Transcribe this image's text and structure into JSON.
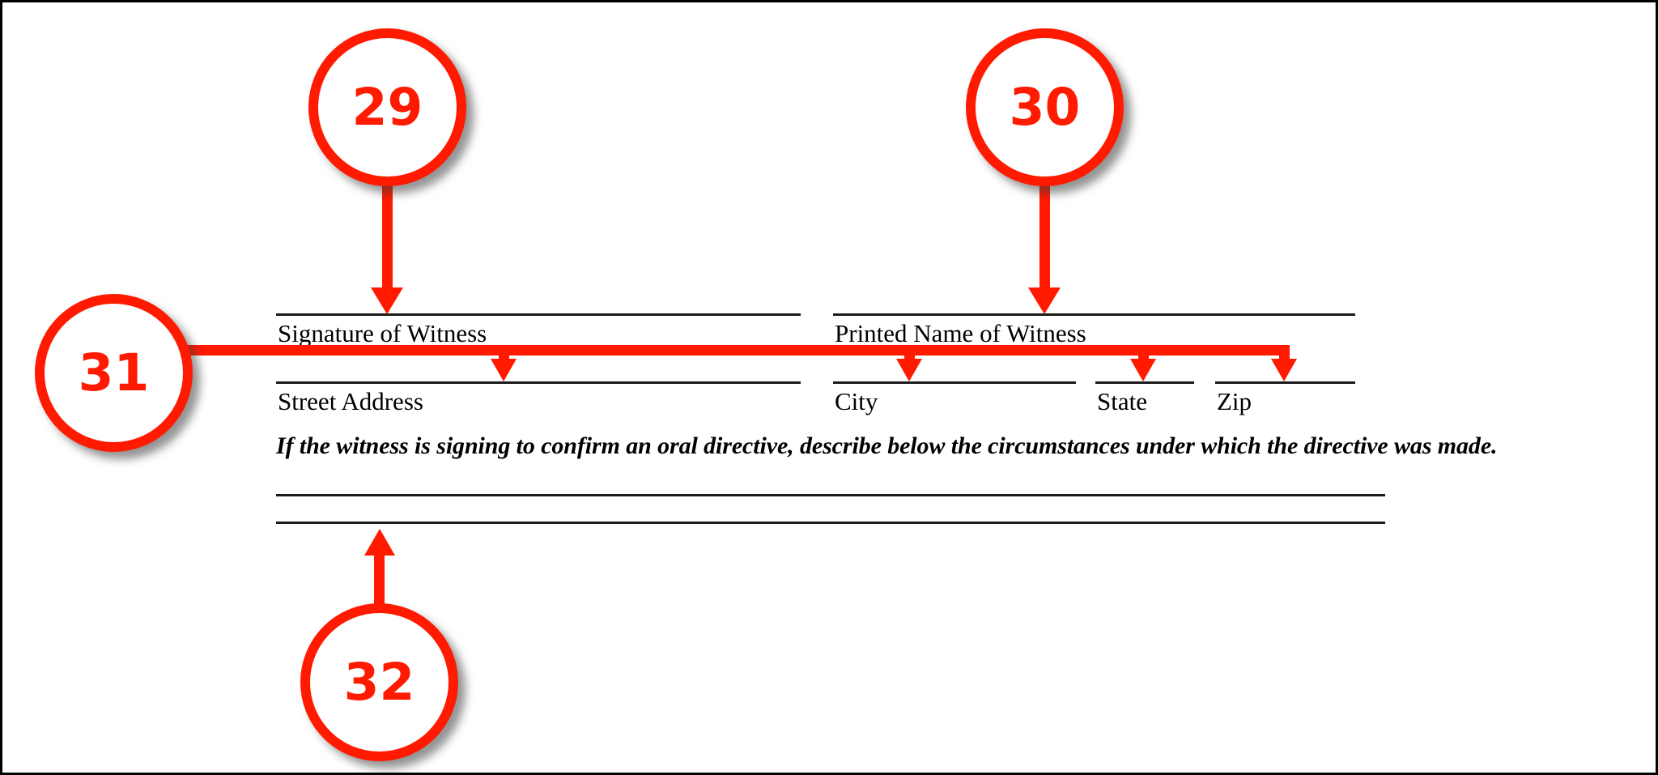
{
  "page": {
    "background": "#ffffff",
    "border_color": "#000000",
    "accent_color": "#FF1A00",
    "rule_color": "#1a1a1a"
  },
  "form": {
    "fields": [
      {
        "id": "signature-of-witness",
        "label": "Signature of Witness"
      },
      {
        "id": "printed-name-of-witness",
        "label": "Printed Name of Witness"
      },
      {
        "id": "street-address",
        "label": "Street Address"
      },
      {
        "id": "city",
        "label": "City"
      },
      {
        "id": "state",
        "label": "State"
      },
      {
        "id": "zip",
        "label": "Zip"
      }
    ],
    "instruction": "If the witness is signing to confirm an oral directive, describe below the circumstances under which the directive was made.",
    "blank_lines_count": 2
  },
  "annotations": {
    "color": "#FF1A00",
    "callouts": [
      {
        "id": "callout-29",
        "number": "29",
        "points_to": "signature-of-witness",
        "arrow": "down"
      },
      {
        "id": "callout-30",
        "number": "30",
        "points_to": "printed-name-of-witness",
        "arrow": "down"
      },
      {
        "id": "callout-31",
        "number": "31",
        "points_to": "street-address, city, state, zip",
        "arrow": "right-then-down-x4"
      },
      {
        "id": "callout-32",
        "number": "32",
        "points_to": "blank-description-lines",
        "arrow": "up"
      }
    ]
  }
}
